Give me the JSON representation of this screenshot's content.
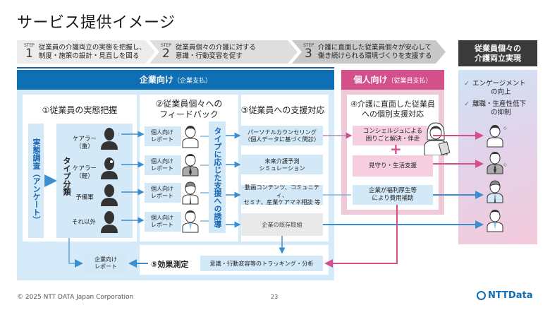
{
  "title": "サービス提供イメージ",
  "steps": [
    {
      "label": "STEP",
      "num": "1",
      "line1": "従業員の介護両立の実態を把握し、",
      "line2": "制度・施策の設計・見直しを図る"
    },
    {
      "label": "STEP",
      "num": "2",
      "line1": "従業員個々の介護に対する",
      "line2": "意識・行動変容を促す"
    },
    {
      "label": "STEP",
      "num": "3",
      "line1": "介護に直面した従業員個々が安心して",
      "line2": "働き続けられる環境づくりを支援する"
    }
  ],
  "goal": {
    "title_line1": "従業員個々の",
    "title_line2": "介護両立実現",
    "checks": [
      {
        "line1": "エンゲージメント",
        "line2": "の向上"
      },
      {
        "line1": "離職・生産性低下",
        "line2": "の抑制"
      }
    ]
  },
  "corporate": {
    "title": "企業向け",
    "sub": "（企業支払）"
  },
  "personal": {
    "title": "個人向け",
    "sub": "（従業員支払）"
  },
  "section1": {
    "title": "①従業員の実態把握",
    "survey": "実態調査（アンケート）",
    "type_label": "タイプ分類",
    "types": [
      {
        "line1": "ケアラー",
        "line2": "（重）"
      },
      {
        "line1": "ケアラー",
        "line2": "（軽）"
      },
      {
        "line1": "予備軍",
        "line2": ""
      },
      {
        "line1": "それ以外",
        "line2": ""
      }
    ]
  },
  "section2": {
    "title_line1": "②従業員個々への",
    "title_line2": "フィードバック",
    "report_line1": "個人向け",
    "report_line2": "レポート",
    "guide": "タイプに応じた支援への誘導"
  },
  "section3": {
    "title": "③従業員への支援対応",
    "services": [
      {
        "line1": "パーソナルカウンセリング",
        "line2": "（個人データに基づく問診）"
      },
      {
        "line1": "未来介護予測",
        "line2": "シミュレーション"
      },
      {
        "line1": "動画コンテンツ、コミュニティ、",
        "line2": "セミナ、産業ケアマネ相談 等"
      },
      {
        "line1": "企業の既存取組",
        "line2": ""
      }
    ]
  },
  "section4": {
    "title_line1": "④介護に直面した従業員",
    "title_line2": "への個別支援対応",
    "concierge_line1": "コンシェルジュによる",
    "concierge_line2": "困りごと解決・伴走",
    "plus": "+",
    "watch": "見守り・生活支援",
    "subsidy_line1": "企業が福利厚生等",
    "subsidy_line2": "により費用補助"
  },
  "section5": {
    "title": "⑤効果測定",
    "tracking": "意識・行動変容等のトラッキング・分析",
    "corp_report_line1": "企業向け",
    "corp_report_line2": "レポート"
  },
  "footer": {
    "copyright": "© 2025 NTT DATA Japan Corporation",
    "page": "23",
    "logo": "NTTData"
  },
  "colors": {
    "corporate_blue": "#0f6fb5",
    "personal_pink": "#d4508a",
    "light_blue": "#d4e9f8",
    "light_pink": "#f5cfdf"
  }
}
